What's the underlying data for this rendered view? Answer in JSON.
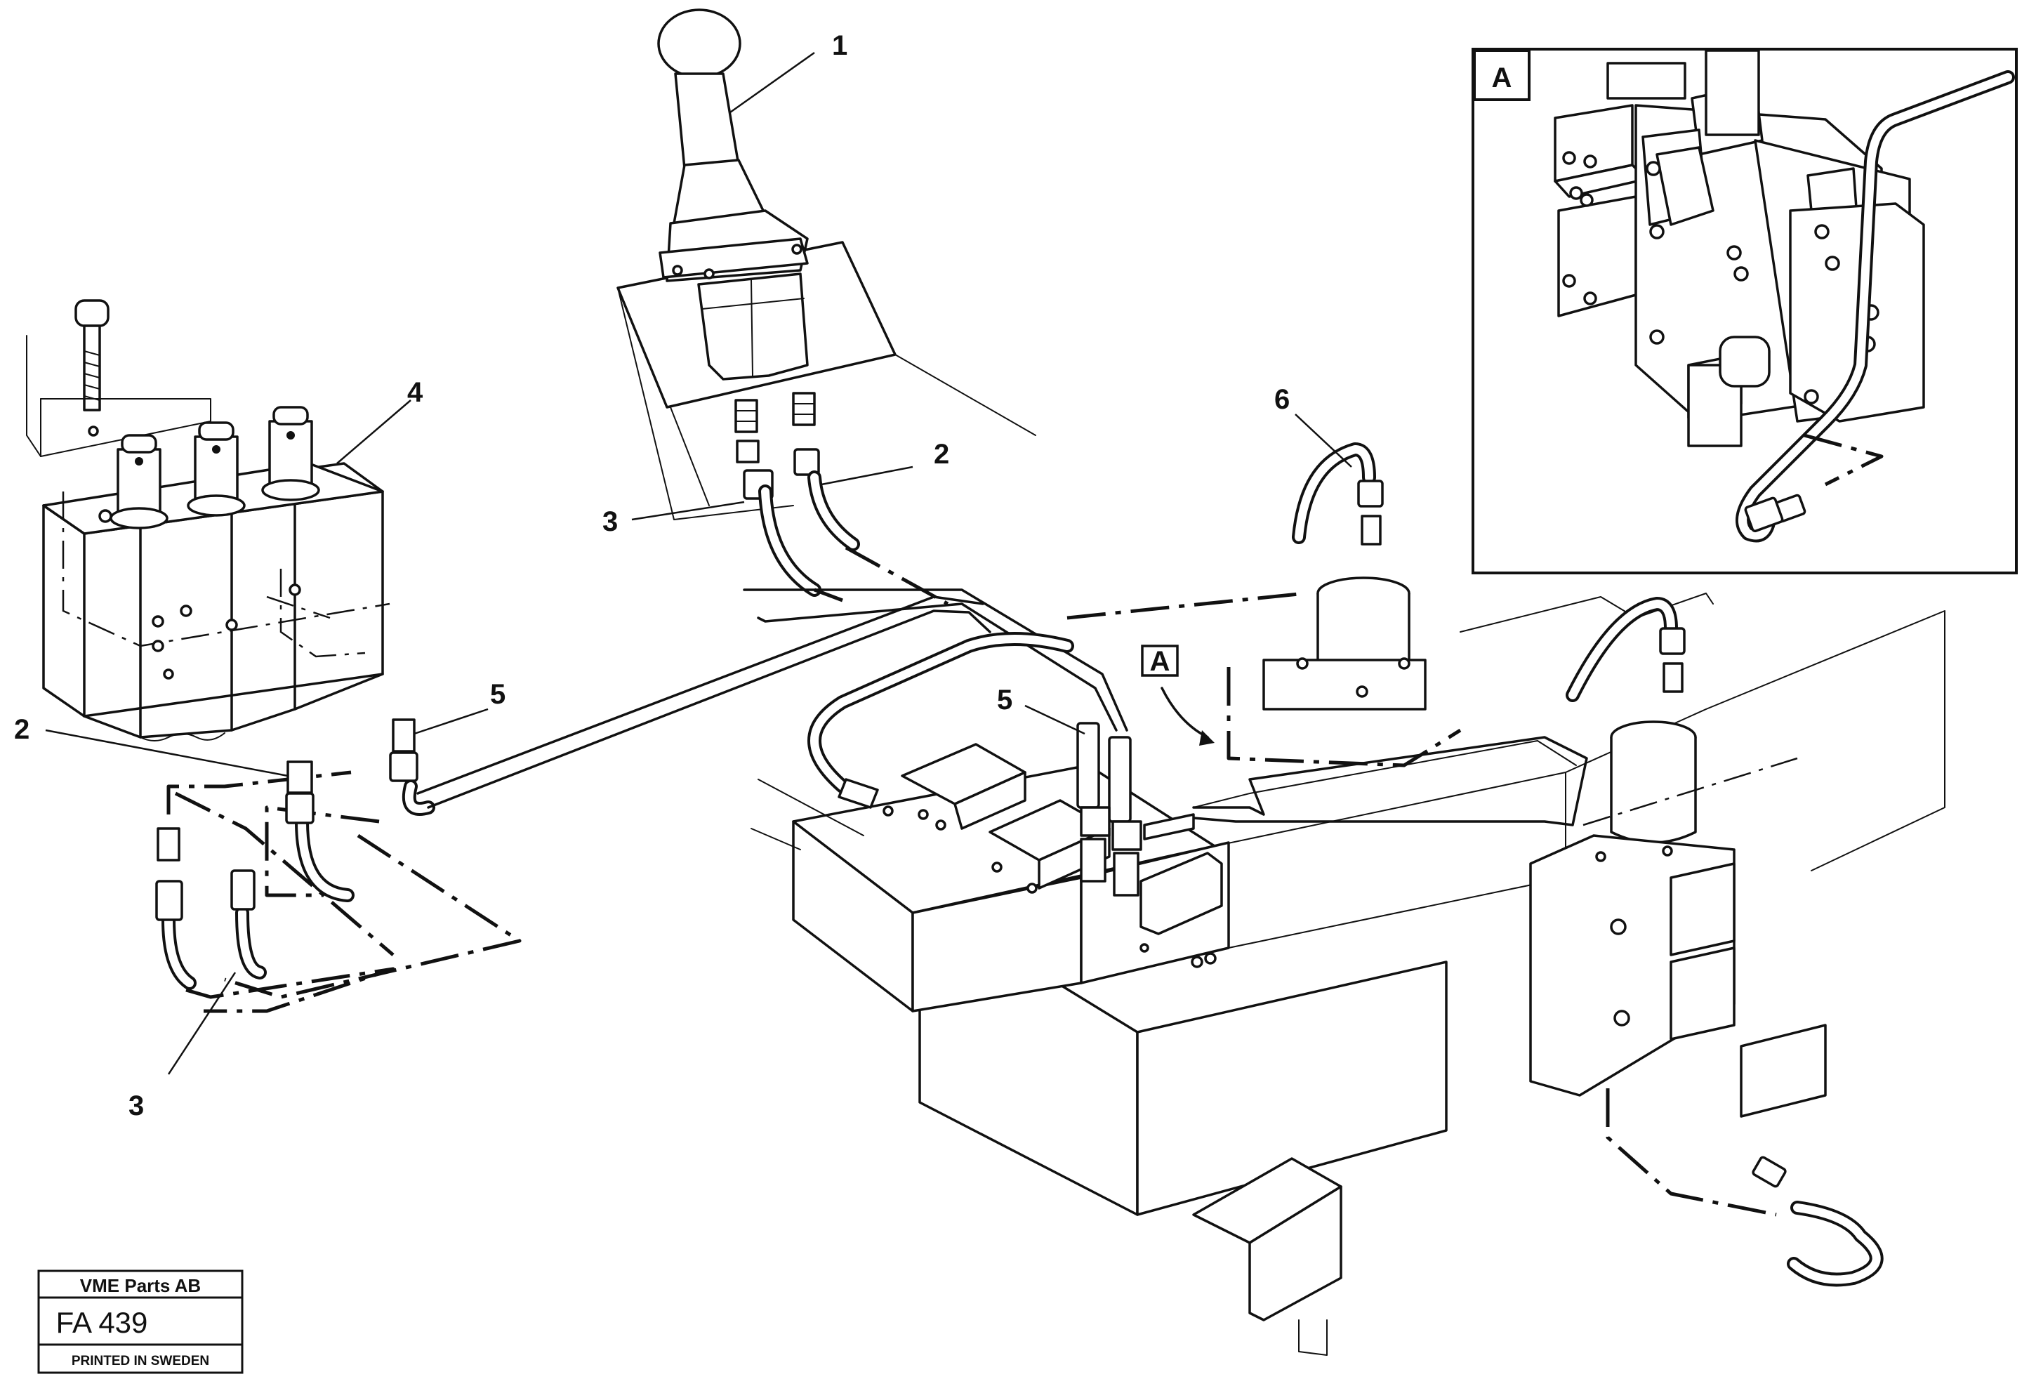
{
  "callouts": {
    "c1": "1",
    "c2a": "2",
    "c2b": "2",
    "c3a": "3",
    "c3b": "3",
    "c4": "4",
    "c5a": "5",
    "c5b": "5",
    "c6": "6"
  },
  "detail": {
    "label": "A",
    "pointer_label": "A"
  },
  "title_block": {
    "company": "VME Parts AB",
    "code": "FA 439",
    "printed": "PRINTED IN SWEDEN"
  }
}
